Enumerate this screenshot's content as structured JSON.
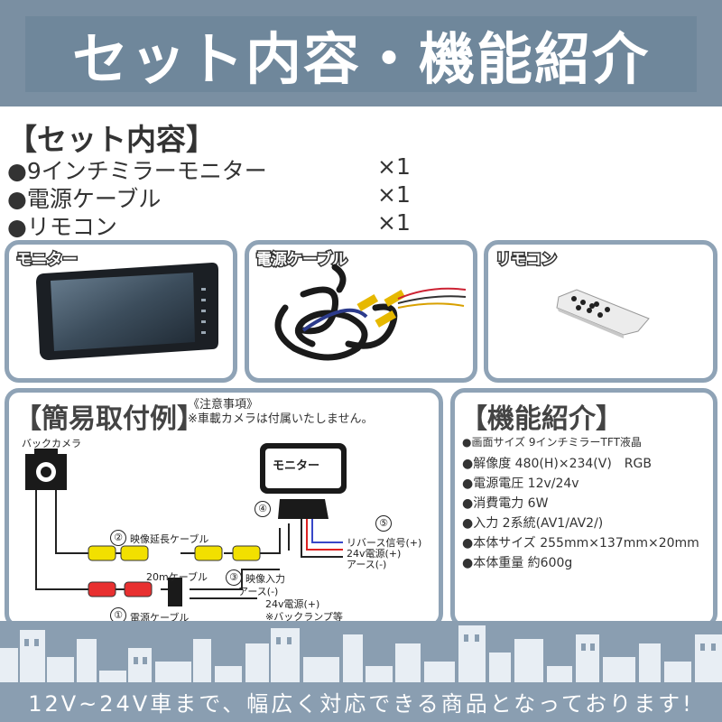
{
  "banner": {
    "title": "セット内容・機能紹介"
  },
  "set": {
    "title": "【セット内容】",
    "items": [
      {
        "name": "●9インチミラーモニター",
        "qty": "×1"
      },
      {
        "name": "●電源ケーブル",
        "qty": "×1"
      },
      {
        "name": "●リモコン",
        "qty": "×1"
      }
    ]
  },
  "cards": {
    "monitor": "モニター",
    "cable": "電源ケーブル",
    "remote": "リモコン"
  },
  "install": {
    "title": "【簡易取付例】",
    "note1": "《注意事項》",
    "note2": "※車載カメラは付属いたしません。",
    "labels": {
      "back_camera": "バックカメラ",
      "monitor": "モニター",
      "ext_cable": "映像延長ケーブル",
      "cable_20m": "20mケーブル",
      "video_input": "映像入力",
      "earth1": "アース(-)",
      "power_24v": "24v電源(+)",
      "back_lamp": "※バックランプ等",
      "power_cable": "電源ケーブル",
      "reverse_signal": "リバース信号(+)",
      "power_24v_2": "24v電源(+)",
      "earth2": "アース(-)"
    },
    "numbers": [
      "①",
      "②",
      "③",
      "④",
      "⑤"
    ]
  },
  "features": {
    "title": "【機能紹介】",
    "items": [
      "●画面サイズ 9インチミラーTFT液晶",
      "●解像度 480(H)×234(V)　RGB",
      "●電源電圧 12v/24v",
      "●消費電力 6W",
      "●入力 2系統(AV1/AV2/)",
      "●本体サイズ 255mm×137mm×20mm",
      "●本体重量 約600g"
    ]
  },
  "footer": {
    "text": "12V~24V車まで、幅広く対応できる商品となっております!"
  },
  "colors": {
    "banner": "#7a8fa2",
    "card_border": "#8fa3b6",
    "footer_sky": "#8a9eb1",
    "buildings": "#e8eef4"
  }
}
